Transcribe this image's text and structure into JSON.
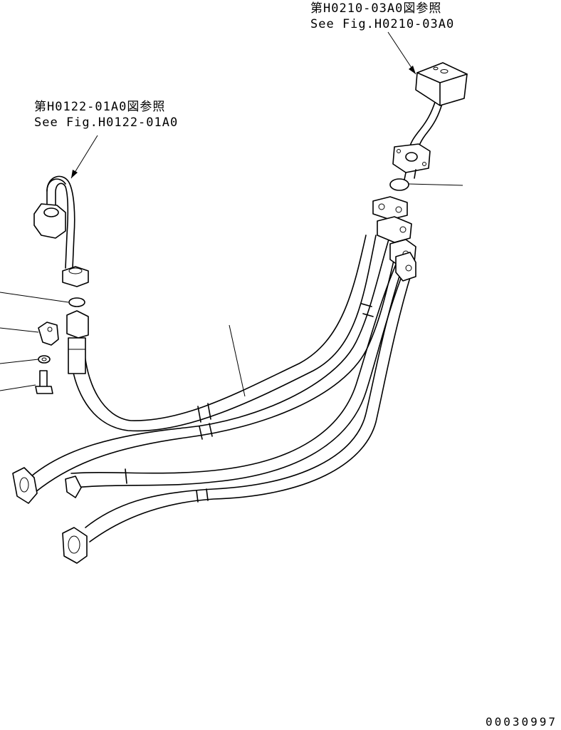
{
  "references": {
    "top_right": {
      "line1": "第H0210-03A0図参照",
      "line2": "See Fig.H0210-03A0"
    },
    "top_left": {
      "line1": "第H0122-01A0図参照",
      "line2": "See Fig.H0122-01A0"
    }
  },
  "drawing_number": "00030997",
  "parts": [
    {
      "name": "elbow-tube-left"
    },
    {
      "name": "elbow-tube-right"
    },
    {
      "name": "o-ring-left"
    },
    {
      "name": "o-ring-right"
    },
    {
      "name": "clamp"
    },
    {
      "name": "washer"
    },
    {
      "name": "bolt"
    },
    {
      "name": "hose-assembly"
    }
  ]
}
